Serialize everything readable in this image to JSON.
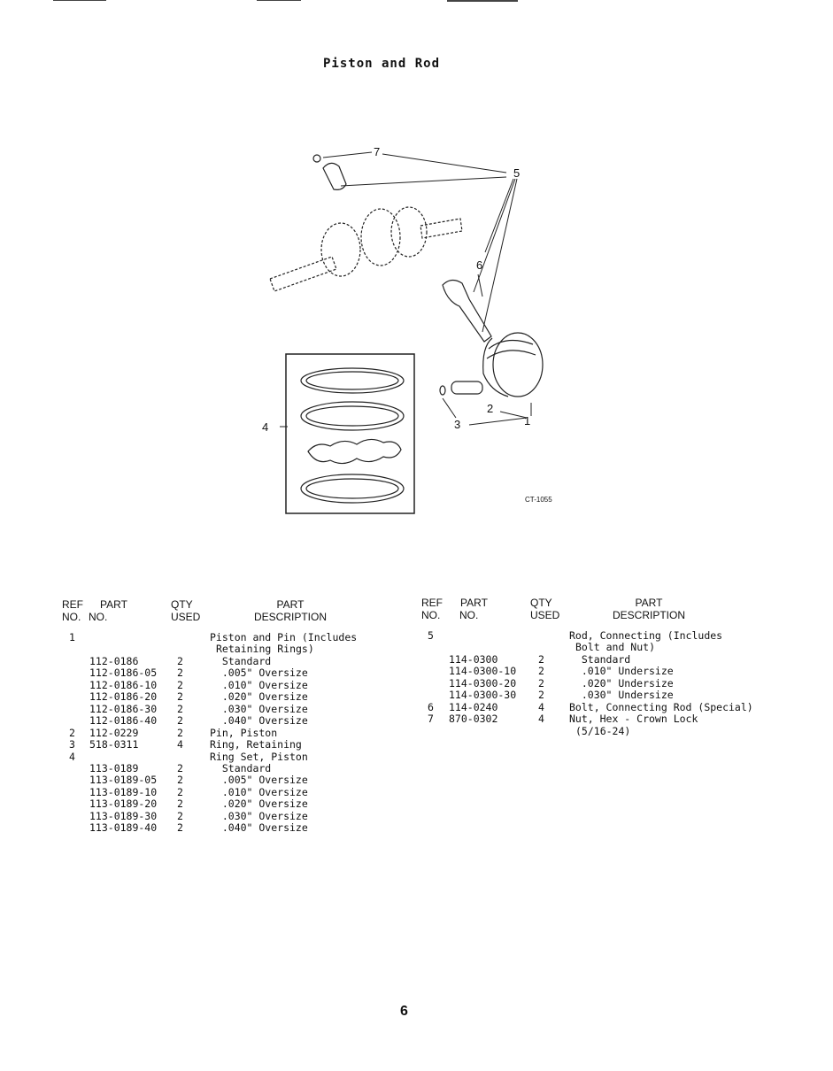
{
  "title": "Piston and Rod",
  "figure_id": "CT-1055",
  "page_number": "6",
  "callouts": [
    "1",
    "2",
    "3",
    "4",
    "5",
    "6",
    "7"
  ],
  "headers": {
    "ref": [
      "REF",
      "NO."
    ],
    "part": [
      "PART",
      "NO."
    ],
    "qty": [
      "QTY",
      "USED"
    ],
    "desc": [
      "PART",
      "DESCRIPTION"
    ]
  },
  "left_table": [
    [
      "1",
      "",
      "",
      "Piston and Pin (Includes"
    ],
    [
      "",
      "",
      "",
      "Retaining Rings)"
    ],
    [
      "",
      "112-0186",
      "2",
      "  Standard"
    ],
    [
      "",
      "112-0186-05",
      "2",
      "  .005\" Oversize"
    ],
    [
      "",
      "112-0186-10",
      "2",
      "  .010\" Oversize"
    ],
    [
      "",
      "112-0186-20",
      "2",
      "  .020\" Oversize"
    ],
    [
      "",
      "112-0186-30",
      "2",
      "  .030\" Oversize"
    ],
    [
      "",
      "112-0186-40",
      "2",
      "  .040\" Oversize"
    ],
    [
      "2",
      "112-0229",
      "2",
      "Pin, Piston"
    ],
    [
      "3",
      "518-0311",
      "4",
      "Ring, Retaining"
    ],
    [
      "4",
      "",
      "",
      "Ring Set, Piston"
    ],
    [
      "",
      "113-0189",
      "2",
      "  Standard"
    ],
    [
      "",
      "113-0189-05",
      "2",
      "  .005\" Oversize"
    ],
    [
      "",
      "113-0189-10",
      "2",
      "  .010\" Oversize"
    ],
    [
      "",
      "113-0189-20",
      "2",
      "  .020\" Oversize"
    ],
    [
      "",
      "113-0189-30",
      "2",
      "  .030\" Oversize"
    ],
    [
      "",
      "113-0189-40",
      "2",
      "  .040\" Oversize"
    ]
  ],
  "right_table": [
    [
      "5",
      "",
      "",
      "Rod, Connecting (Includes"
    ],
    [
      "",
      "",
      "",
      "Bolt and Nut)"
    ],
    [
      "",
      "114-0300",
      "2",
      "  Standard"
    ],
    [
      "",
      "114-0300-10",
      "2",
      "  .010\" Undersize"
    ],
    [
      "",
      "114-0300-20",
      "2",
      "  .020\" Undersize"
    ],
    [
      "",
      "114-0300-30",
      "2",
      "  .030\" Undersize"
    ],
    [
      "6",
      "114-0240",
      "4",
      "Bolt, Connecting Rod (Special)"
    ],
    [
      "7",
      "870-0302",
      "4",
      "Nut, Hex - Crown Lock"
    ],
    [
      "",
      "",
      "",
      "(5/16-24)"
    ]
  ]
}
